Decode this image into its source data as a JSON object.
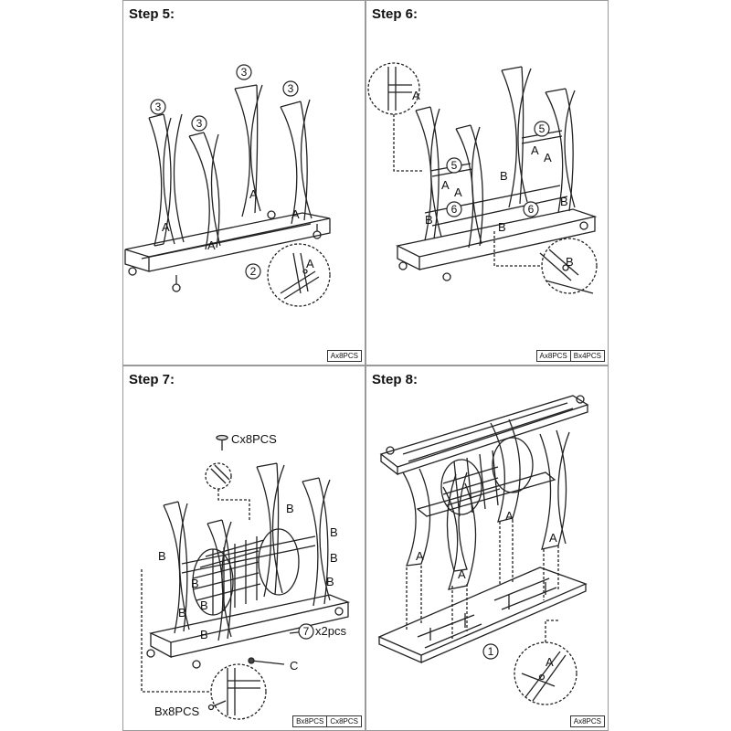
{
  "steps": [
    {
      "title": "Step 5:",
      "hardware": [
        "Ax8PCS"
      ],
      "labels": {
        "part": "3",
        "screw": "A",
        "base": "2"
      }
    },
    {
      "title": "Step 6:",
      "hardware": [
        "Ax8PCS",
        "Bx4PCS"
      ],
      "labels": {
        "part_a": "5",
        "part_b": "6",
        "screw_a": "A",
        "screw_b": "B"
      }
    },
    {
      "title": "Step 7:",
      "hardware": [
        "Bx8PCS",
        "Cx8PCS"
      ],
      "labels": {
        "cap_callout": "Cx8PCS",
        "bolt_callout": "Bx8PCS",
        "qty": "x2pcs",
        "part": "7",
        "screw_b": "B",
        "cap": "C"
      }
    },
    {
      "title": "Step 8:",
      "hardware": [
        "Ax8PCS"
      ],
      "labels": {
        "base": "1",
        "screw": "A"
      }
    }
  ]
}
